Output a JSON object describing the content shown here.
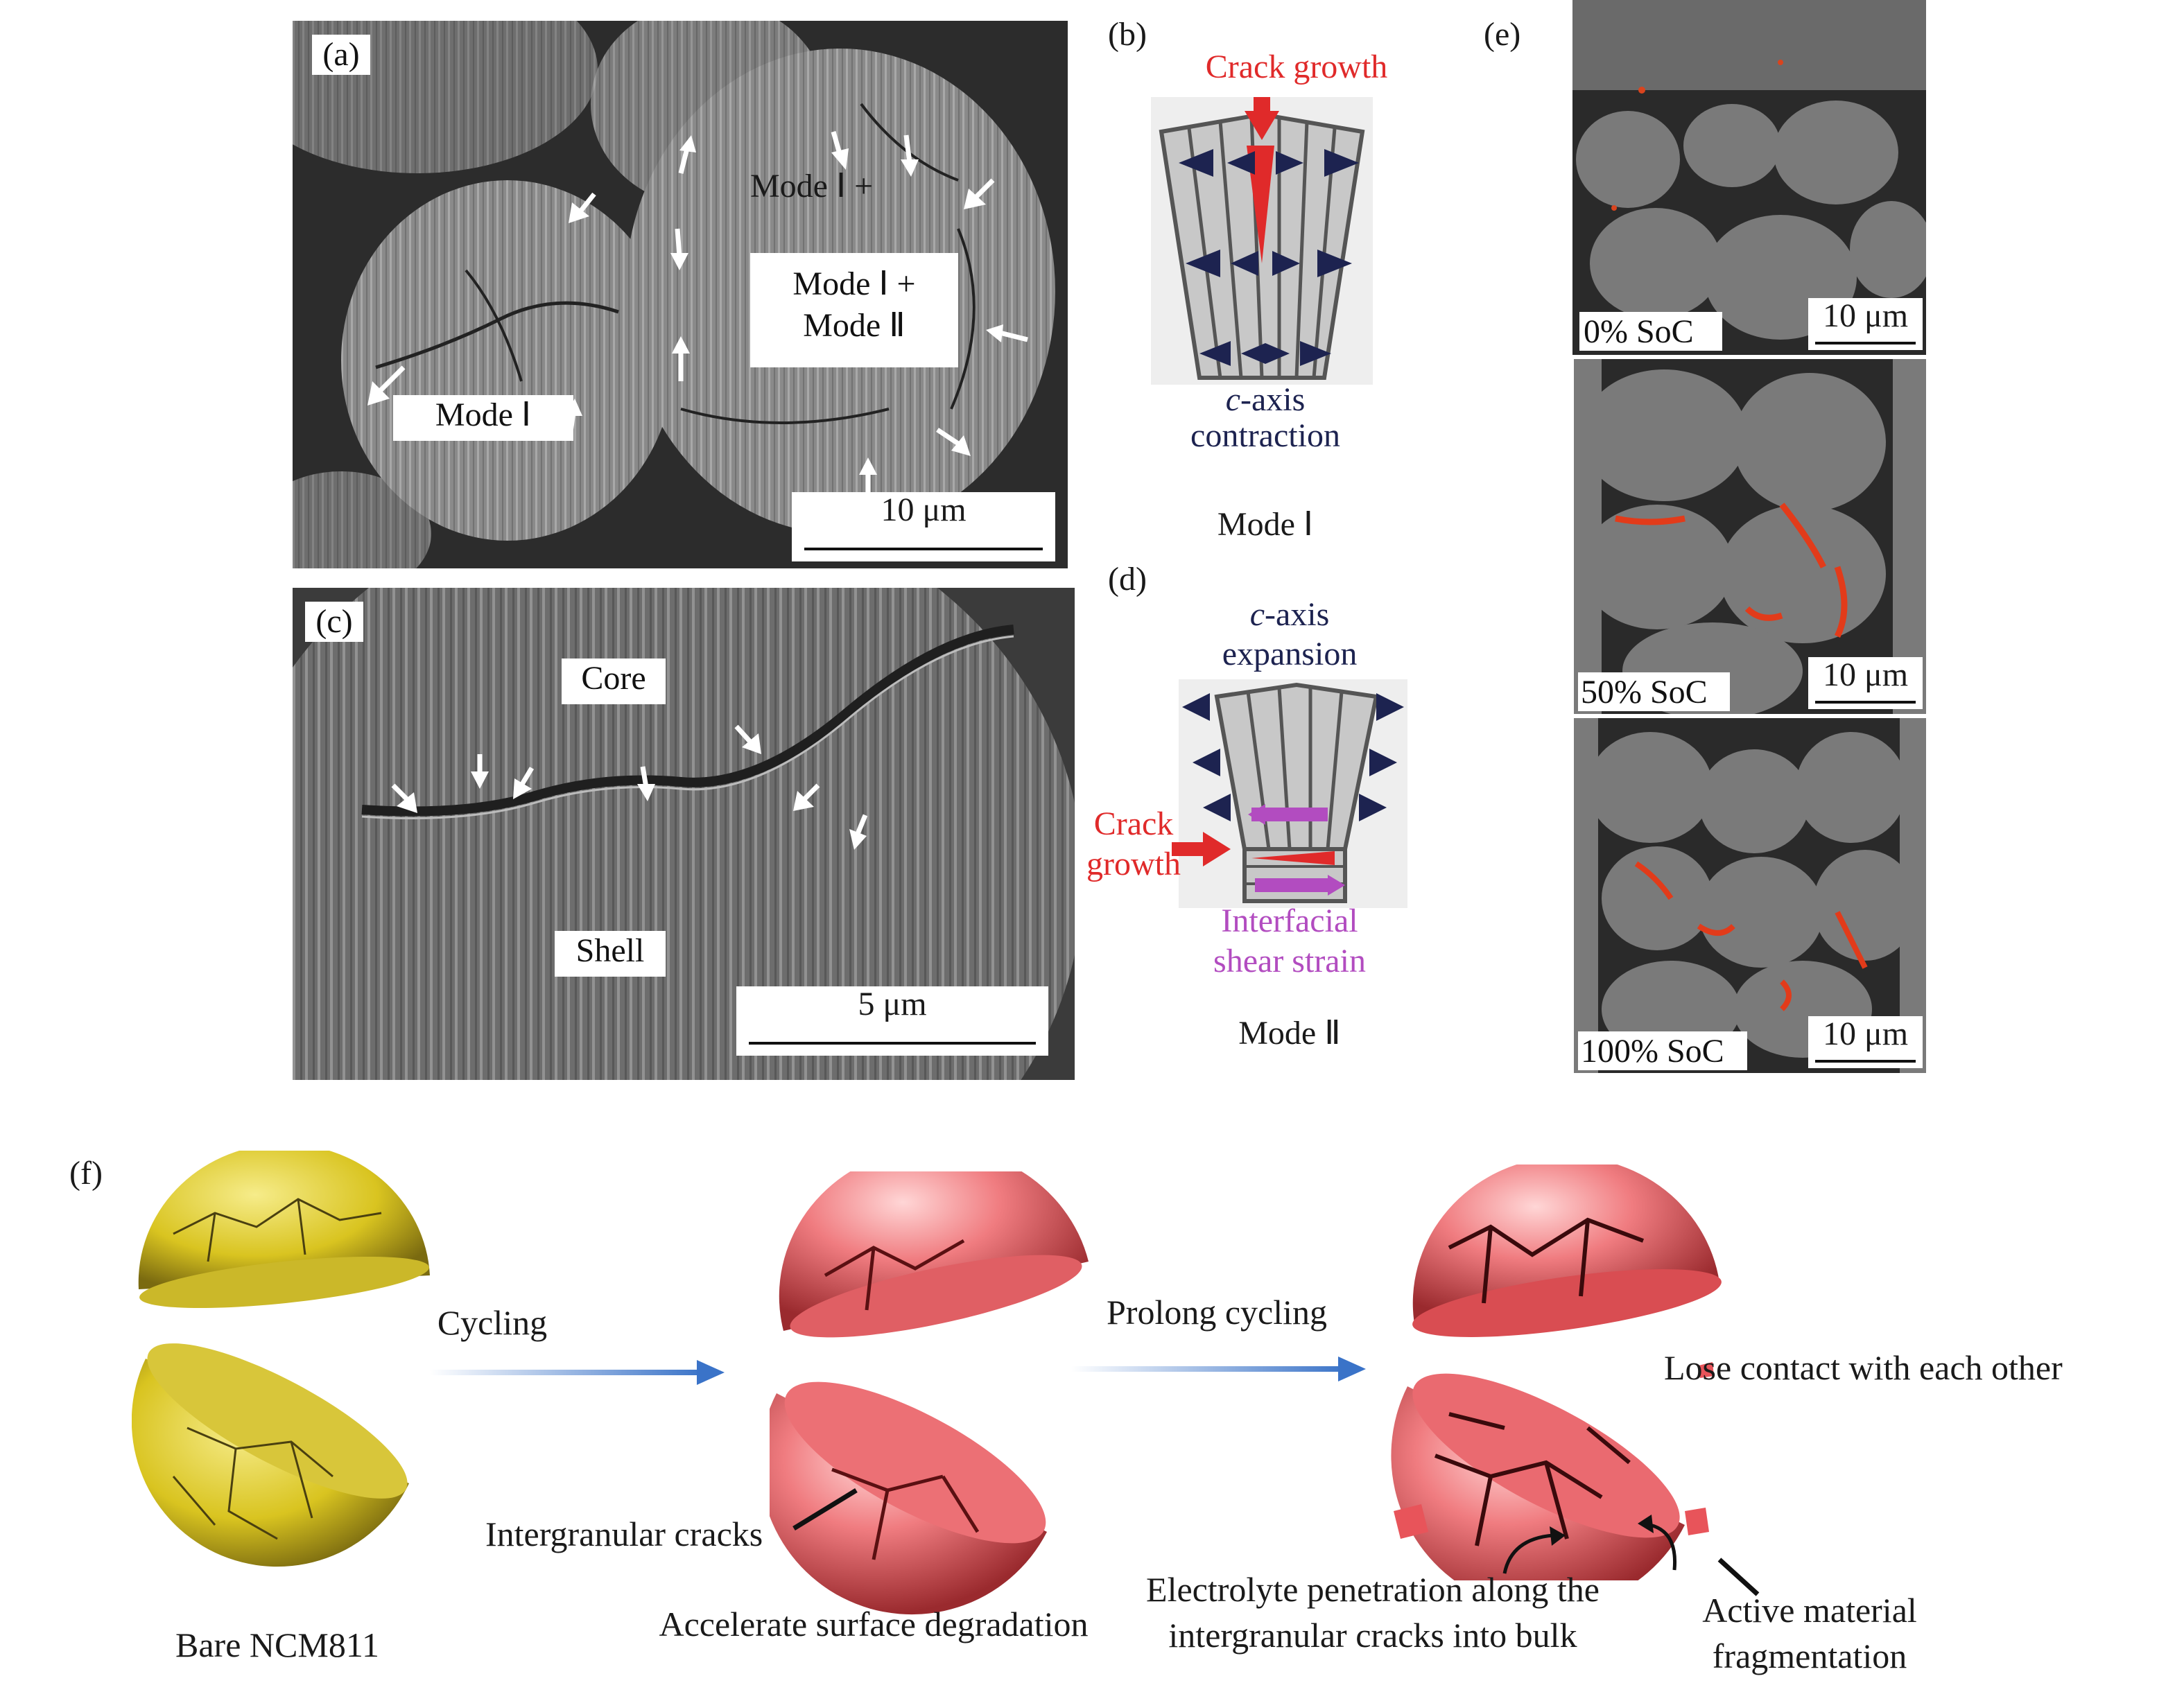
{
  "panels": {
    "a": {
      "label": "(a)",
      "mode1_top": "Mode Ⅰ +",
      "mode12_line1": "Mode Ⅰ +",
      "mode12_line2": "Mode Ⅱ",
      "mode1": "Mode Ⅰ",
      "scale": "10 μm"
    },
    "b": {
      "label": "(b)",
      "crack_growth": "Crack growth",
      "caxis_c": "c",
      "caxis_rest": "-axis",
      "contraction": "contraction",
      "mode": "Mode Ⅰ"
    },
    "c": {
      "label": "(c)",
      "core": "Core",
      "shell": "Shell",
      "scale": "5 μm"
    },
    "d": {
      "label": "(d)",
      "caxis_c": "c",
      "caxis_rest": "-axis",
      "expansion": "expansion",
      "crack_line1": "Crack",
      "crack_line2": "growth",
      "shear_line1": "Interfacial",
      "shear_line2": "shear strain",
      "mode": "Mode Ⅱ"
    },
    "e": {
      "label": "(e)",
      "soc0": "0% SoC",
      "soc50": "50% SoC",
      "soc100": "100% SoC",
      "scale": "10 μm"
    },
    "f": {
      "label": "(f)",
      "arrow1": "Cycling",
      "arrow2": "Prolong cycling",
      "lose_contact": "Lose contact with each other",
      "intergranular": "Intergranular cracks",
      "bare": "Bare NCM811",
      "accelerate": "Accelerate surface degradation",
      "electrolyte_line1": "Electrolyte penetration along the",
      "electrolyte_line2": "intergranular cracks into bulk",
      "fragment_line1": "Active material",
      "fragment_line2": "fragmentation"
    }
  },
  "colors": {
    "crack_red": "#e02a2a",
    "navy_arrow": "#1d2350",
    "shear_purple": "#b24cc0",
    "sphere_yellow": "#e4d12c",
    "sphere_red": "#e8545a",
    "arrow_blue": "#3a73c8"
  }
}
